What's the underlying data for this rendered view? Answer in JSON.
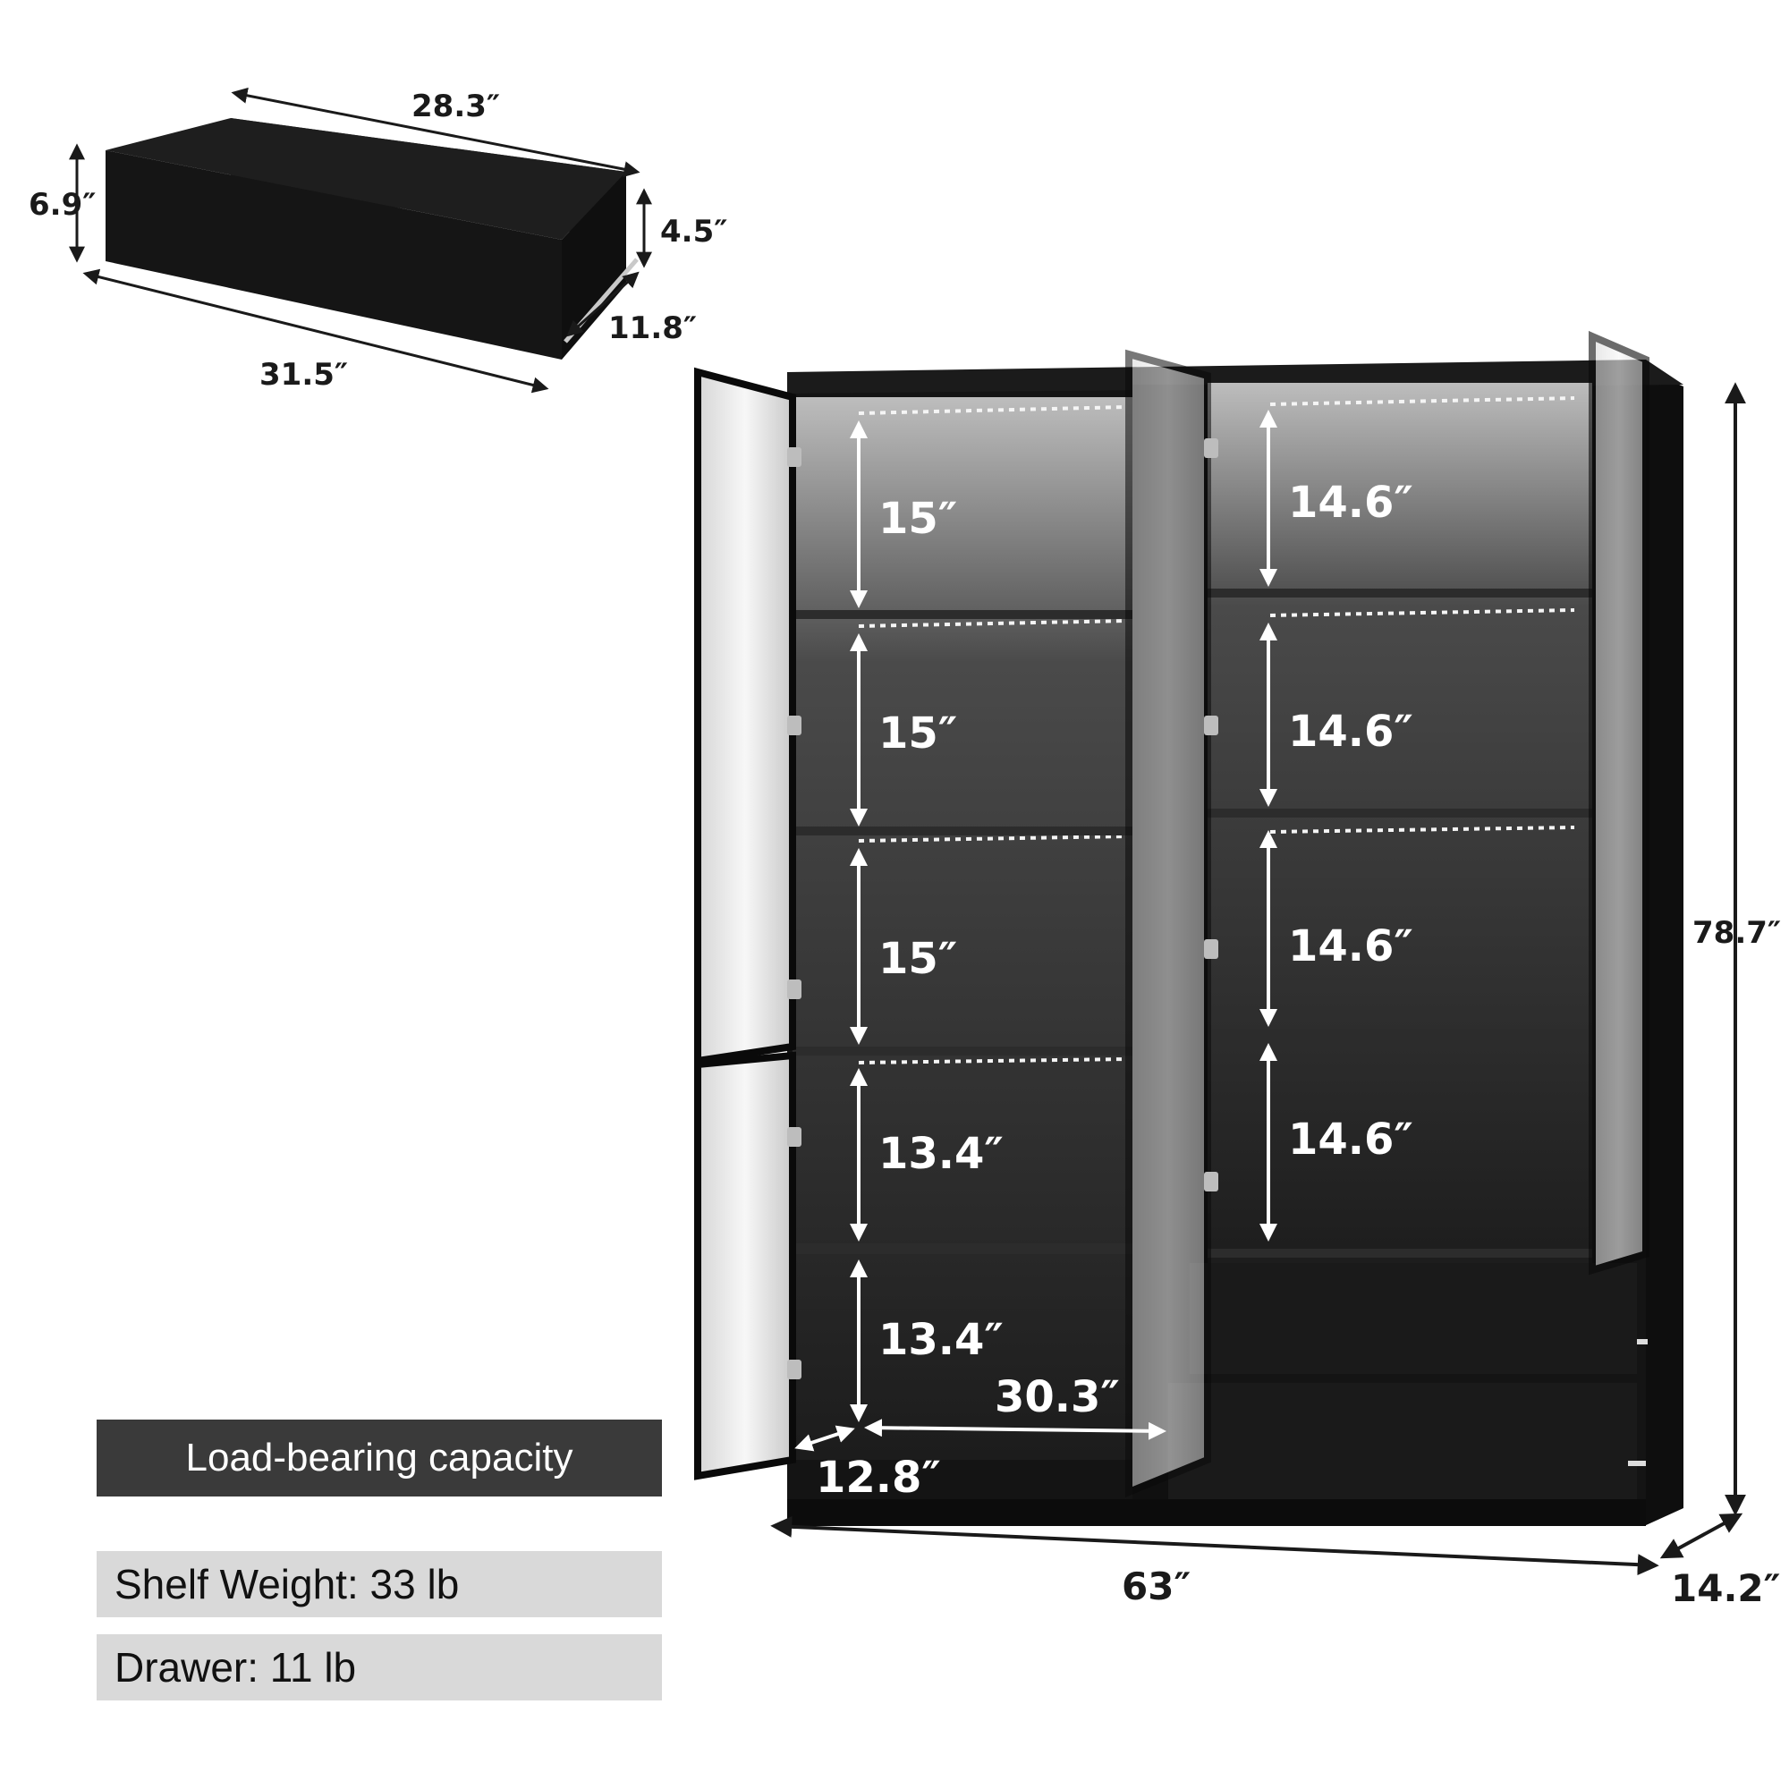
{
  "drawer": {
    "width_back": "28.3″",
    "height_outer": "6.9″",
    "height_inner": "4.5″",
    "depth": "11.8″",
    "width_front": "31.5″"
  },
  "cabinet": {
    "height": "78.7″",
    "width": "63″",
    "depth": "14.2″",
    "left_shelves": [
      "15″",
      "15″",
      "15″",
      "13.4″",
      "13.4″"
    ],
    "right_shelves": [
      "14.6″",
      "14.6″",
      "14.6″",
      "14.6″"
    ],
    "interior_width": "30.3″",
    "interior_depth": "12.8″"
  },
  "load_capacity": {
    "title": "Load-bearing capacity",
    "shelf_weight": "Shelf Weight: 33 lb",
    "drawer_weight": "Drawer: 11 lb"
  },
  "colors": {
    "cabinet_body": "#141414",
    "interior": "#1f1f1f",
    "glass": "#e9e9e9",
    "header_bg": "#3a3a3a",
    "row_bg": "#d9d9d9"
  }
}
